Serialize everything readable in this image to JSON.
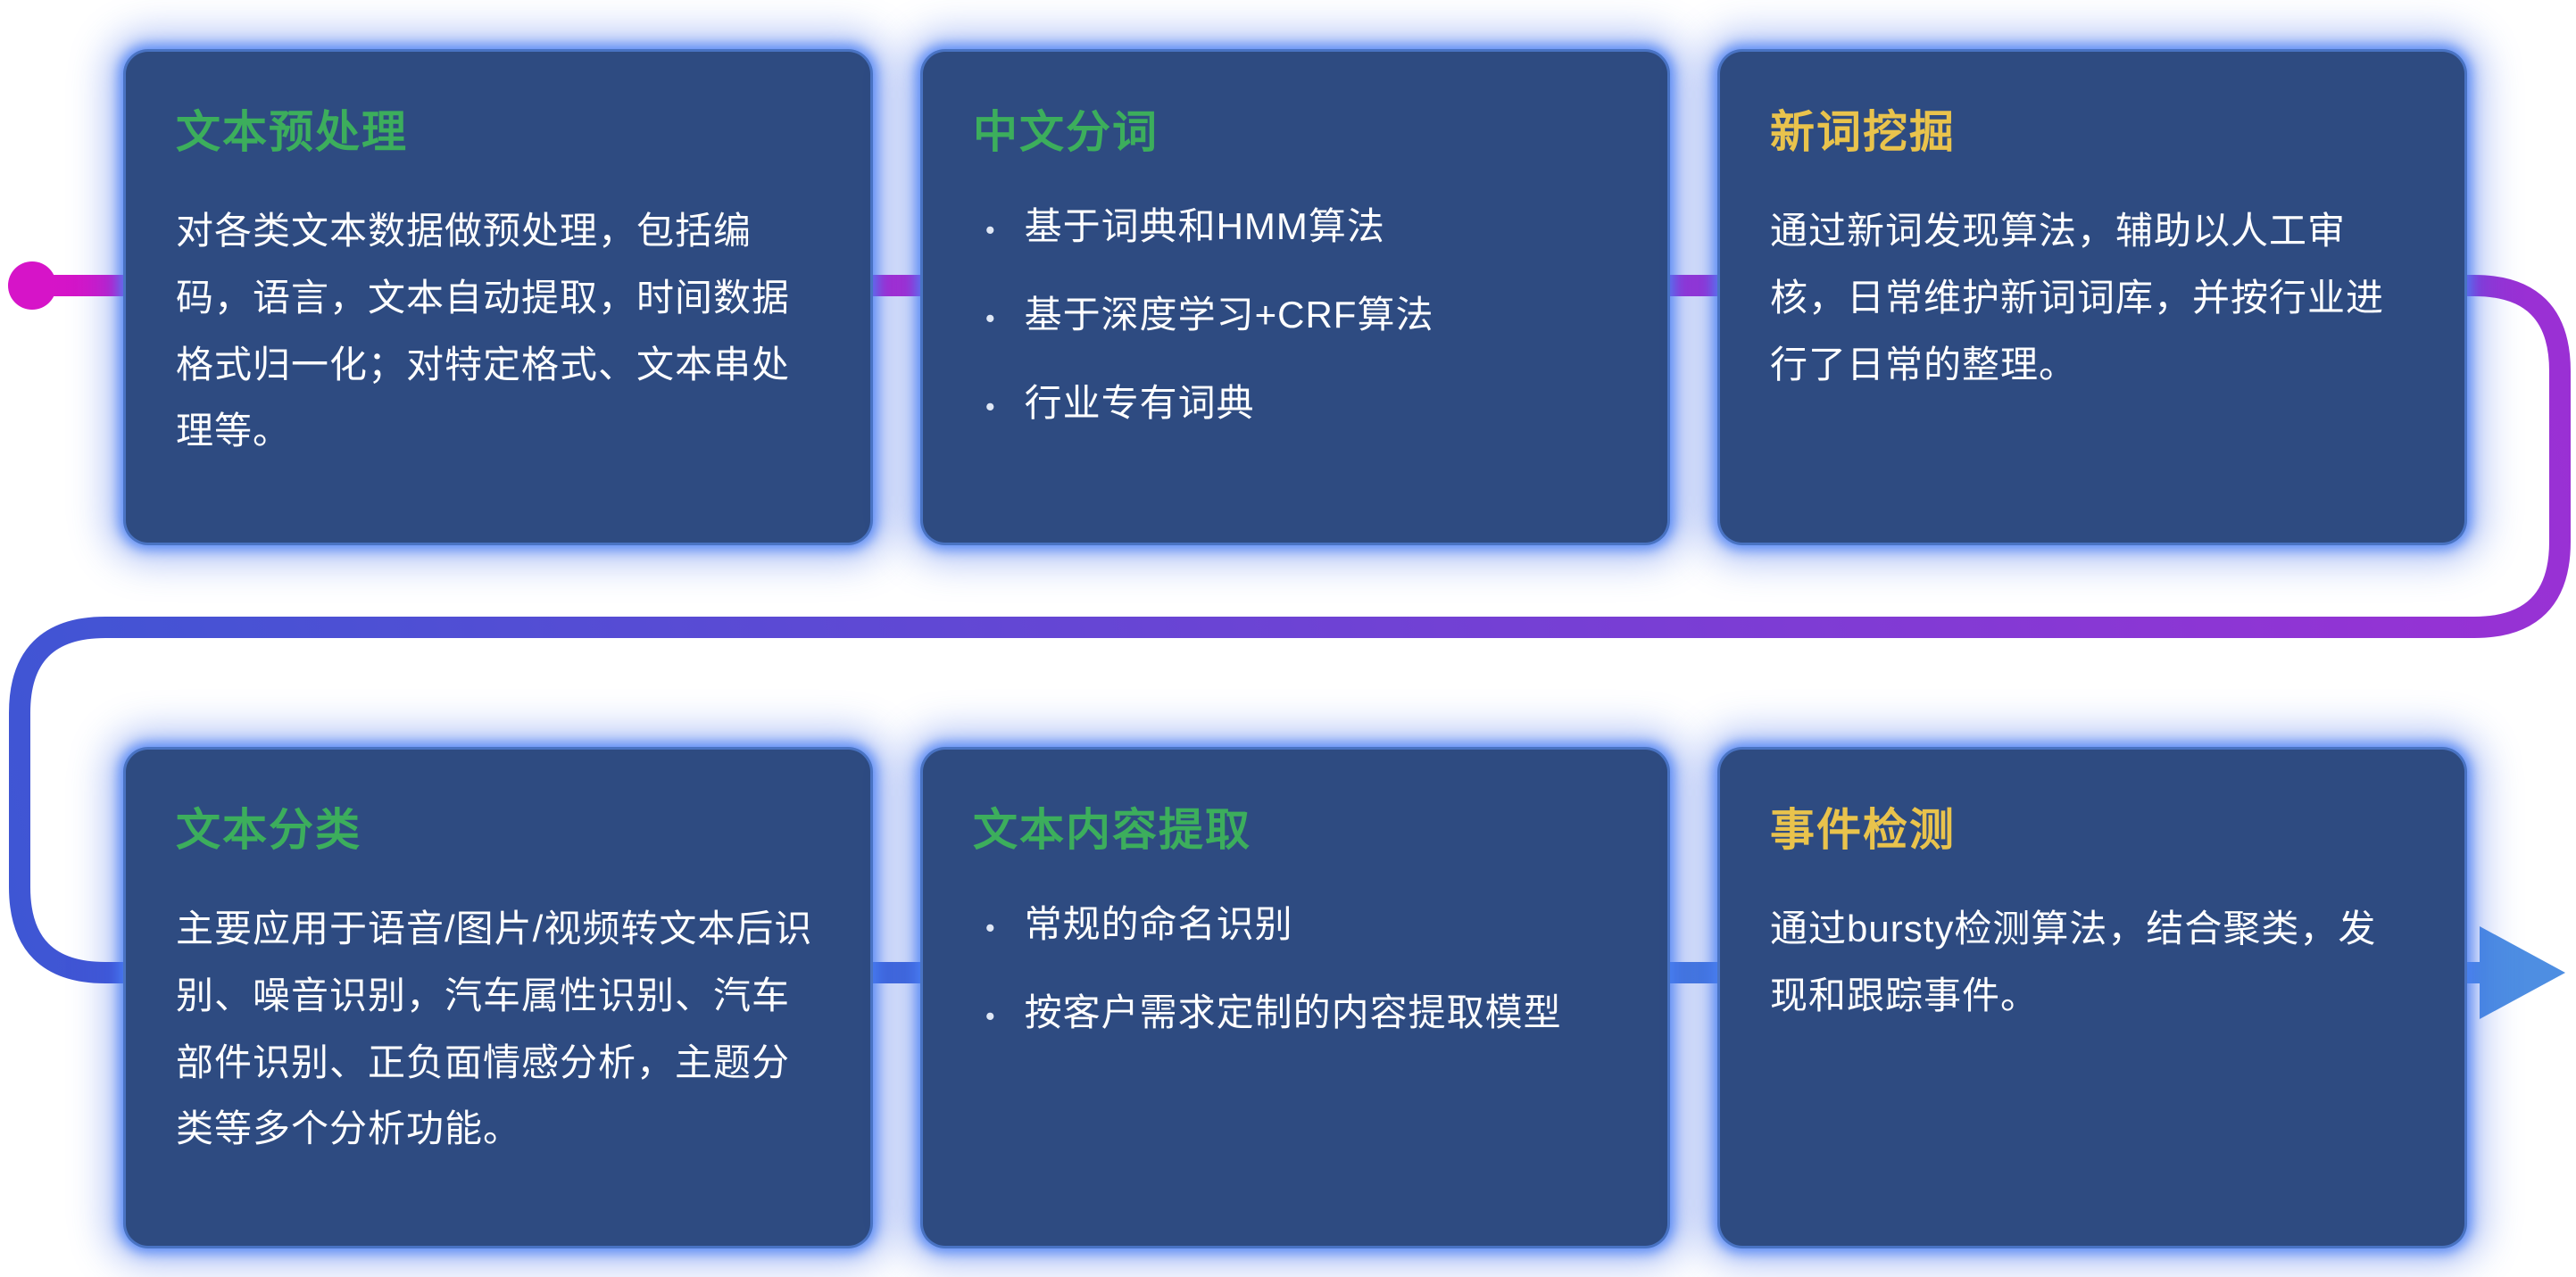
{
  "cards": [
    {
      "title": "文本预处理",
      "body": "对各类文本数据做预处理，包括编码，语言，文本自动提取，时间数据格式归一化；对特定格式、文本串处理等。"
    },
    {
      "title": "中文分词",
      "bullets": [
        "基于词典和HMM算法",
        "基于深度学习+CRF算法",
        "行业专有词典"
      ]
    },
    {
      "title": "新词挖掘",
      "body": "通过新词发现算法，辅助以人工审核，日常维护新词词库，并按行业进行了日常的整理。"
    },
    {
      "title": "文本分类",
      "body": "主要应用于语音/图片/视频转文本后识别、噪音识别，汽车属性识别、汽车部件识别、正负面情感分析，主题分类等多个分析功能。"
    },
    {
      "title": "文本内容提取",
      "bullets": [
        "常规的命名识别",
        "按客户需求定制的内容提取模型"
      ]
    },
    {
      "title": "事件检测",
      "body": "通过bursty检测算法，结合聚类，发现和跟踪事件。"
    }
  ],
  "colors": {
    "card_bg": "#2e4b81",
    "card_glow": "#4a80f5",
    "title_green": "#3cae5c",
    "title_yellow": "#e9c34c",
    "body_text": "#ffffff",
    "flow_magenta": "#d614c8",
    "flow_purple": "#9b30d4",
    "flow_blue": "#3e56d4",
    "flow_arrow": "#4e8ee2"
  }
}
